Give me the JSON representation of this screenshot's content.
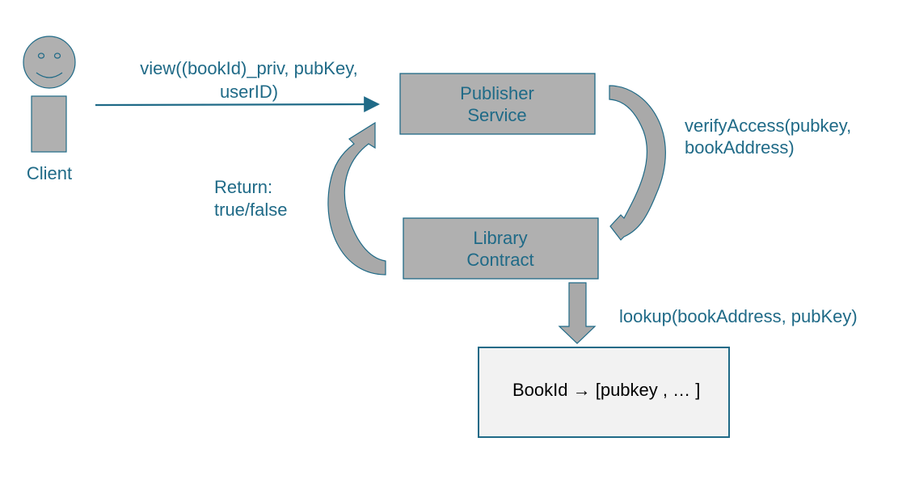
{
  "actor": {
    "label": "Client"
  },
  "messages": {
    "view_line1": "view((bookId)_priv, pubKey,",
    "view_line2": "userID)",
    "verify_line1": "verifyAccess(pubkey,",
    "verify_line2": "bookAddress)",
    "return_line1": "Return:",
    "return_line2": "true/false",
    "lookup": "lookup(bookAddress, pubKey)"
  },
  "nodes": {
    "publisher_line1": "Publisher",
    "publisher_line2": "Service",
    "library_line1": "Library",
    "library_line2": "Contract",
    "mapping": "BookId → [pubkey , … ]"
  },
  "colors": {
    "label": "#1f6a87",
    "box_fill": "#b0b0b0",
    "storage_fill": "#f2f2f2",
    "arrow_fill": "#a9a9a9",
    "face_fill": "#b0b0b0"
  }
}
